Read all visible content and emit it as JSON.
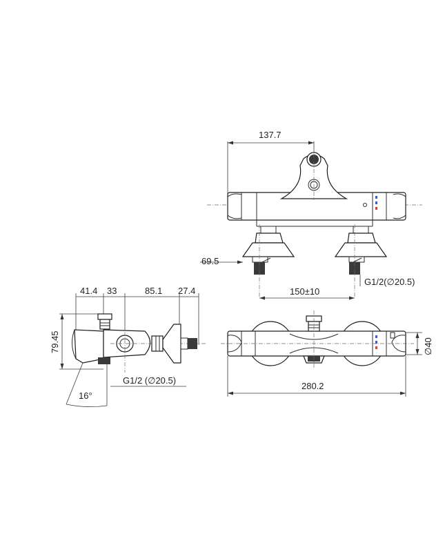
{
  "dimensions": {
    "top_width": "137.7",
    "foot_diameter": "69.5",
    "spacing": "150±10",
    "thread_right": "G1/2(∅20.5)",
    "side_41_4": "41.4",
    "side_33": "33",
    "side_85_1": "85.1",
    "side_27_4": "27.4",
    "side_height": "79.45",
    "side_angle": "16°",
    "side_thread": "G1/2  (∅20.5)",
    "front_diameter": "∅40",
    "front_length": "280.2"
  },
  "colors": {
    "line": "#2b2b2b",
    "cold_mark": "#3d5bd9",
    "hot_mark": "#d93b3b",
    "hatch": "#3a3a3a"
  }
}
